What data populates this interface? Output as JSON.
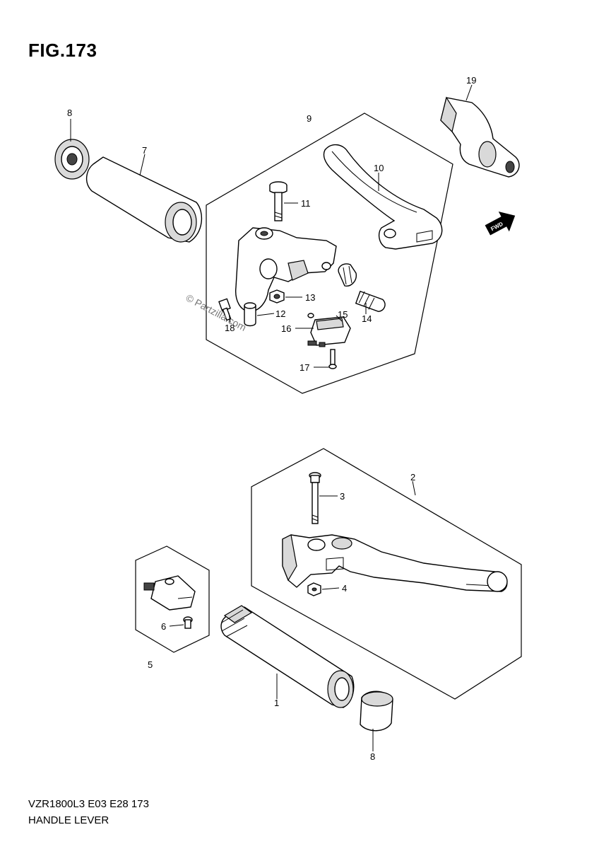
{
  "figure": {
    "title": "FIG.173"
  },
  "footer": {
    "model_line": "VZR1800L3  E03  E28  173",
    "caption": "HANDLE LEVER"
  },
  "watermark": "© Partzilla.com",
  "fwd_label": "FWD",
  "callouts": {
    "c1": "1",
    "c2": "2",
    "c3": "3",
    "c4": "4",
    "c5": "5",
    "c6": "6",
    "c7": "7",
    "c8a": "8",
    "c8b": "8",
    "c9": "9",
    "c10": "10",
    "c11": "11",
    "c12": "12",
    "c13": "13",
    "c14": "14",
    "c15": "15",
    "c16": "16",
    "c17": "17",
    "c18": "18",
    "c19": "19"
  }
}
